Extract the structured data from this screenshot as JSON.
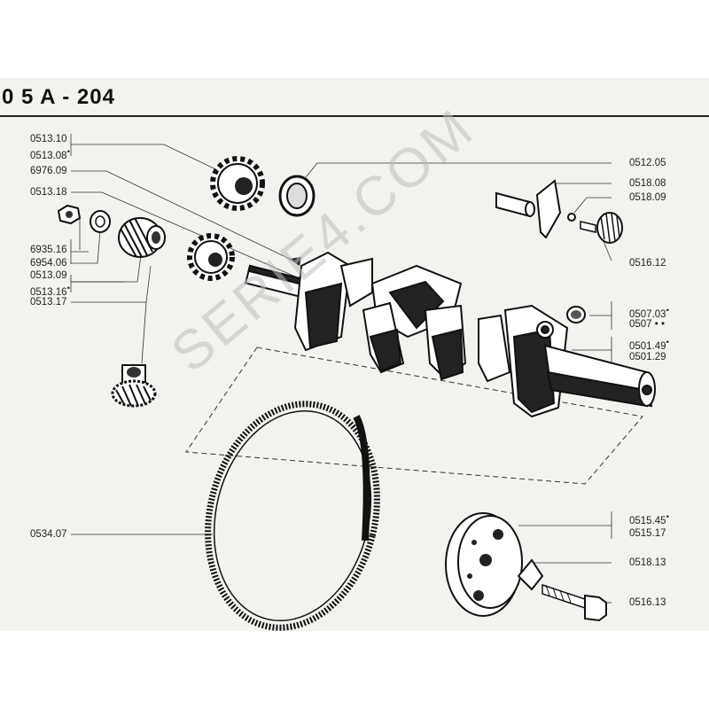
{
  "page": {
    "title": "0 5 A - 204",
    "watermark": "SERIE4.COM"
  },
  "labels": {
    "l0513_10": "0513.10",
    "l0513_08": "0513.08",
    "l6976_09": "6976.09",
    "l0513_18": "0513.18",
    "l6935_16": "6935.16",
    "l6954_06": "6954.06",
    "l0513_09": "0513.09",
    "l0513_16": "0513.16",
    "l0513_17": "0513.17",
    "l0534_07": "0534.07",
    "l0512_05": "0512.05",
    "l0518_08": "0518.08",
    "l0518_09": "0518.09",
    "l0516_12": "0516.12",
    "l0507_03": "0507.03",
    "l0507": "0507",
    "l0501_49": "0501.49",
    "l0501_29": "0501.29",
    "l0515_45": "0515.45",
    "l0515_17": "0515.17",
    "l0518_13": "0518.13",
    "l0516_13": "0516.13"
  },
  "markers": {
    "dot": "•",
    "double_dot": "• •"
  }
}
